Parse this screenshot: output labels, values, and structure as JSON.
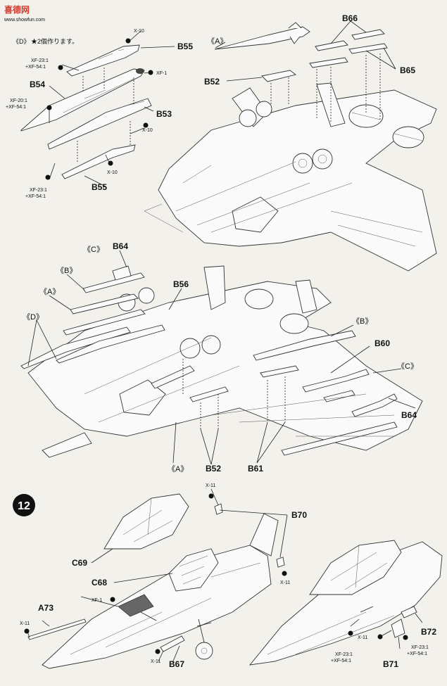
{
  "watermark": {
    "brand": "喜德网",
    "url": "www.showfun.com"
  },
  "note": {
    "group": "《D》",
    "text": "★2個作ります。"
  },
  "step": {
    "number": "12"
  },
  "groups": {
    "a": "《A》",
    "b": "《B》",
    "c": "《C》",
    "d": "《D》"
  },
  "parts": {
    "b55": "B55",
    "b54": "B54",
    "b53": "B53",
    "b52": "B52",
    "b66": "B66",
    "b65": "B65",
    "b64": "B64",
    "b56": "B56",
    "b60": "B60",
    "b61": "B61",
    "b70": "B70",
    "c69": "C69",
    "c68": "C68",
    "a73": "A73",
    "b67": "B67",
    "b72": "B72",
    "b71": "B71"
  },
  "paints": {
    "x10": "X-10",
    "x11": "X-11",
    "xf1": "XF-1",
    "xf23": "XF-23:1",
    "xf54": "+XF-54:1",
    "xf20": "XF-20:1"
  },
  "colors": {
    "ink": "#111111",
    "paper": "#f3f1ec",
    "brand": "#d13b2f"
  }
}
